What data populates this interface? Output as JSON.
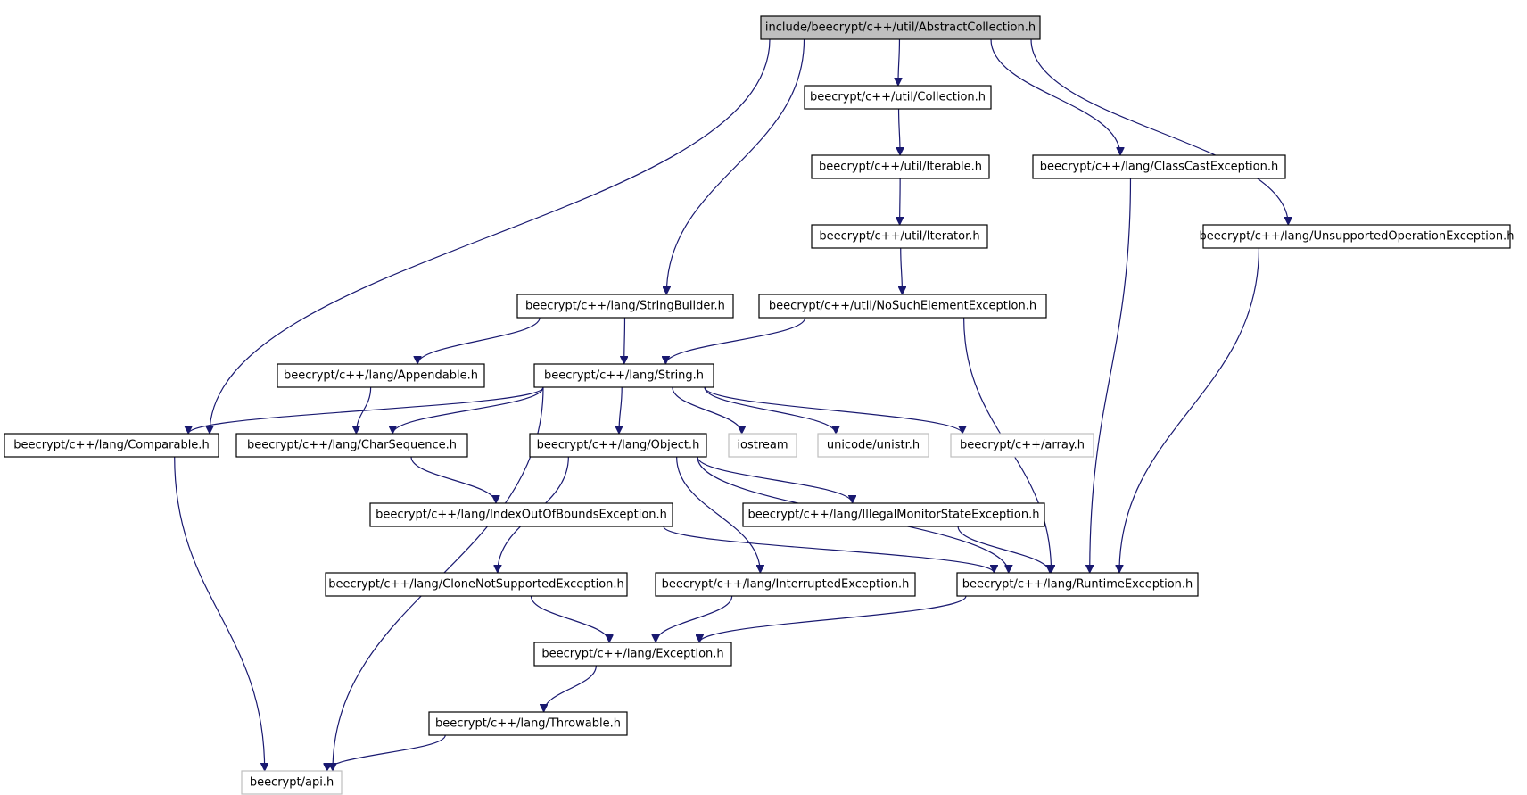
{
  "diagram": {
    "nodes": [
      {
        "id": "ac",
        "label": "include/beecrypt/c++/util/AbstractCollection.h",
        "kind": "root"
      },
      {
        "id": "coll",
        "label": "beecrypt/c++/util/Collection.h",
        "kind": "normal"
      },
      {
        "id": "iterable",
        "label": "beecrypt/c++/util/Iterable.h",
        "kind": "normal"
      },
      {
        "id": "iterator",
        "label": "beecrypt/c++/util/Iterator.h",
        "kind": "normal"
      },
      {
        "id": "nosuch",
        "label": "beecrypt/c++/util/NoSuchElementException.h",
        "kind": "normal"
      },
      {
        "id": "classcast",
        "label": "beecrypt/c++/lang/ClassCastException.h",
        "kind": "normal"
      },
      {
        "id": "unsupported",
        "label": "beecrypt/c++/lang/UnsupportedOperationException.h",
        "kind": "normal"
      },
      {
        "id": "sb",
        "label": "beecrypt/c++/lang/StringBuilder.h",
        "kind": "normal"
      },
      {
        "id": "appendable",
        "label": "beecrypt/c++/lang/Appendable.h",
        "kind": "normal"
      },
      {
        "id": "string",
        "label": "beecrypt/c++/lang/String.h",
        "kind": "normal"
      },
      {
        "id": "comparable",
        "label": "beecrypt/c++/lang/Comparable.h",
        "kind": "normal"
      },
      {
        "id": "charseq",
        "label": "beecrypt/c++/lang/CharSequence.h",
        "kind": "normal"
      },
      {
        "id": "object",
        "label": "beecrypt/c++/lang/Object.h",
        "kind": "normal"
      },
      {
        "id": "iostream",
        "label": "iostream",
        "kind": "external"
      },
      {
        "id": "unistr",
        "label": "unicode/unistr.h",
        "kind": "external"
      },
      {
        "id": "array",
        "label": "beecrypt/c++/array.h",
        "kind": "external"
      },
      {
        "id": "ioob",
        "label": "beecrypt/c++/lang/IndexOutOfBoundsException.h",
        "kind": "normal"
      },
      {
        "id": "illegal",
        "label": "beecrypt/c++/lang/IllegalMonitorStateException.h",
        "kind": "normal"
      },
      {
        "id": "clone",
        "label": "beecrypt/c++/lang/CloneNotSupportedException.h",
        "kind": "normal"
      },
      {
        "id": "interrupted",
        "label": "beecrypt/c++/lang/InterruptedException.h",
        "kind": "normal"
      },
      {
        "id": "runtime",
        "label": "beecrypt/c++/lang/RuntimeException.h",
        "kind": "normal"
      },
      {
        "id": "exception",
        "label": "beecrypt/c++/lang/Exception.h",
        "kind": "normal"
      },
      {
        "id": "throwable",
        "label": "beecrypt/c++/lang/Throwable.h",
        "kind": "normal"
      },
      {
        "id": "api",
        "label": "beecrypt/api.h",
        "kind": "external"
      }
    ],
    "edges": [
      {
        "from": "ac",
        "to": "comparable"
      },
      {
        "from": "ac",
        "to": "sb"
      },
      {
        "from": "ac",
        "to": "coll"
      },
      {
        "from": "ac",
        "to": "classcast"
      },
      {
        "from": "ac",
        "to": "unsupported"
      },
      {
        "from": "coll",
        "to": "iterable"
      },
      {
        "from": "iterable",
        "to": "iterator"
      },
      {
        "from": "iterator",
        "to": "nosuch"
      },
      {
        "from": "classcast",
        "to": "runtime"
      },
      {
        "from": "unsupported",
        "to": "runtime"
      },
      {
        "from": "sb",
        "to": "appendable"
      },
      {
        "from": "sb",
        "to": "string"
      },
      {
        "from": "nosuch",
        "to": "string"
      },
      {
        "from": "nosuch",
        "to": "runtime"
      },
      {
        "from": "appendable",
        "to": "charseq"
      },
      {
        "from": "string",
        "to": "comparable"
      },
      {
        "from": "string",
        "to": "charseq"
      },
      {
        "from": "string",
        "to": "api"
      },
      {
        "from": "string",
        "to": "object"
      },
      {
        "from": "string",
        "to": "iostream"
      },
      {
        "from": "string",
        "to": "unistr"
      },
      {
        "from": "string",
        "to": "array"
      },
      {
        "from": "comparable",
        "to": "api"
      },
      {
        "from": "charseq",
        "to": "ioob"
      },
      {
        "from": "object",
        "to": "clone"
      },
      {
        "from": "object",
        "to": "interrupted"
      },
      {
        "from": "object",
        "to": "illegal"
      },
      {
        "from": "object",
        "to": "runtime"
      },
      {
        "from": "ioob",
        "to": "runtime"
      },
      {
        "from": "illegal",
        "to": "runtime"
      },
      {
        "from": "clone",
        "to": "exception"
      },
      {
        "from": "interrupted",
        "to": "exception"
      },
      {
        "from": "runtime",
        "to": "exception"
      },
      {
        "from": "exception",
        "to": "throwable"
      },
      {
        "from": "throwable",
        "to": "api"
      }
    ]
  }
}
